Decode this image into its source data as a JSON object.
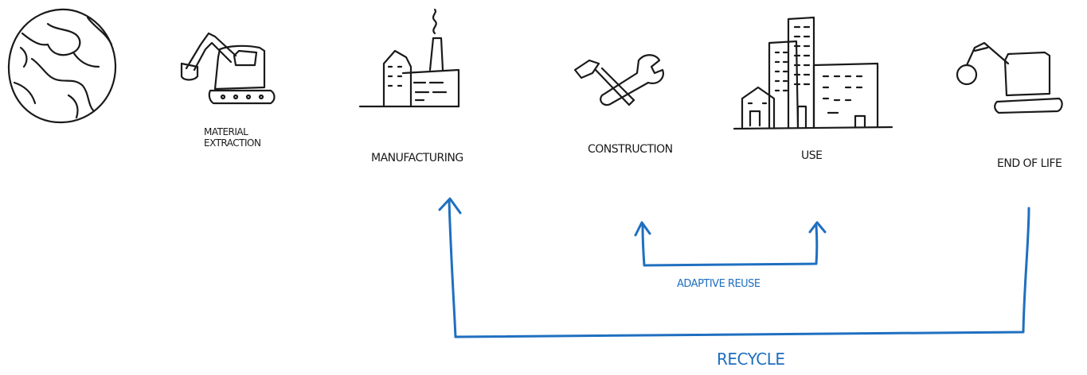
{
  "stages": {
    "material_extraction": "MATERIAL\nEXTRACTION",
    "manufacturing": "MANUFACTURING",
    "construction": "CONSTRUCTION",
    "use": "USE",
    "end_of_life": "END OF LIFE"
  },
  "loops": {
    "adaptive_reuse": "ADAPTIVE REUSE",
    "recycle": "RECYCLE"
  },
  "colors": {
    "ink": "#1a1a1a",
    "loop_blue": "#1f6fc0",
    "background": "#ffffff"
  }
}
